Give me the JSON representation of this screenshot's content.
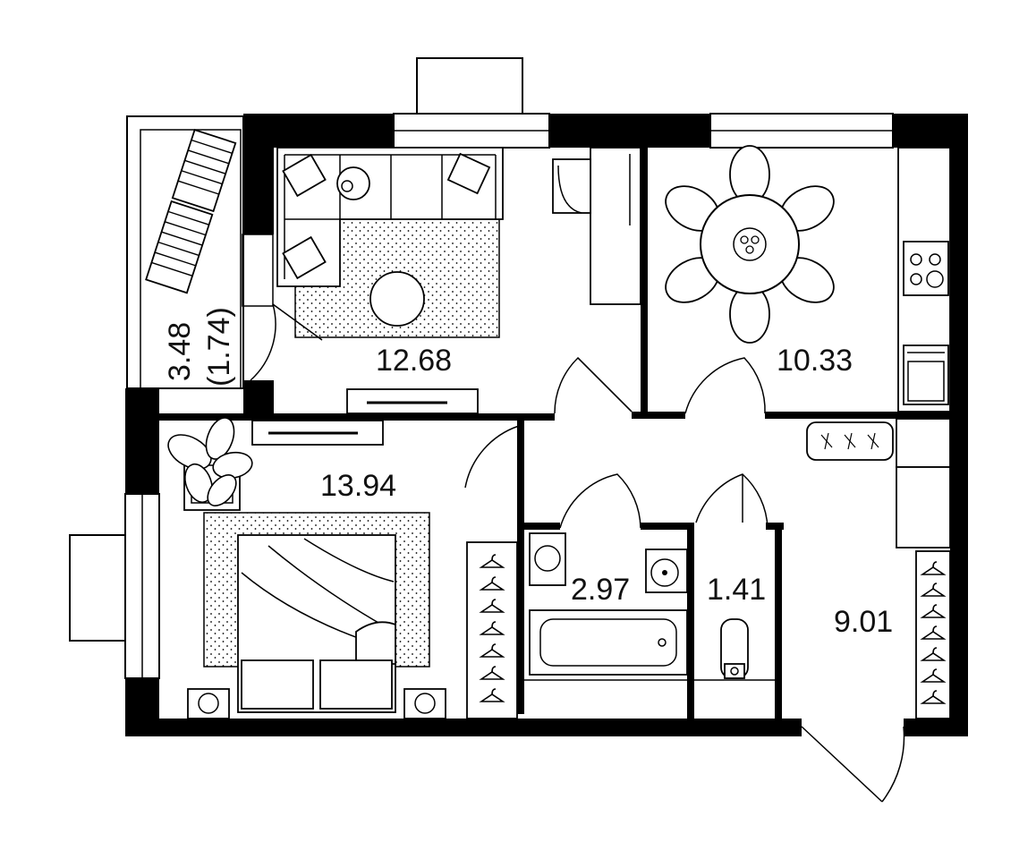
{
  "plan": {
    "rooms": {
      "balcony": {
        "area": "3.48",
        "area_secondary": "(1.74)"
      },
      "living_room": {
        "area": "12.68"
      },
      "kitchen": {
        "area": "10.33"
      },
      "bedroom": {
        "area": "13.94"
      },
      "bathroom": {
        "area": "2.97"
      },
      "toilet": {
        "area": "1.41"
      },
      "hallway": {
        "area": "9.01"
      }
    },
    "colors": {
      "walls": "#000000",
      "background": "#ffffff",
      "labels": "#111111"
    }
  }
}
